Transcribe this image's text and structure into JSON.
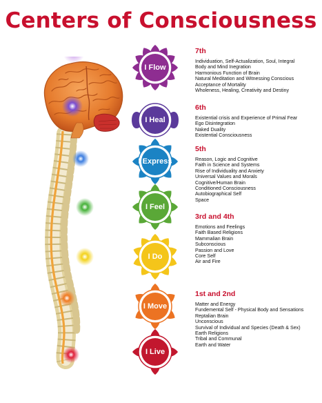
{
  "title": "Centers of Consciousness",
  "levels": [
    {
      "chakra": "I Flow",
      "color": "#8e2d91",
      "heading": "7th",
      "items": [
        "Individuation, Self-Actualization, Soul, Integral",
        "Body and Mind Inegration",
        "Harmonious Function of Brain",
        "Natural Meditation and Witnessing Conscious",
        "Acceptance of Mortality",
        "Wholeness, Healing, Creativity and Destiny"
      ]
    },
    {
      "chakra": "I Heal",
      "color": "#5b3a9b",
      "heading": "6th",
      "items": [
        "Existential crisis and Experience of Primal Fear",
        "Ego Disintegration",
        "Naked Duality",
        "Existential Consciousness"
      ]
    },
    {
      "chakra": "I Express",
      "color": "#1b83c4",
      "heading": "5th",
      "items": [
        "Reason, Logic and Cognitive",
        "Faith in Science and Systems",
        "Rise of Individuality and Anxiety",
        "Universal Values and Morals",
        "Cognitive/Human Brain",
        "Conditioned Consciousness",
        "Autobiographical Self",
        "Space"
      ]
    },
    {
      "chakra": "I Feel",
      "color": "#5aa837",
      "heading": "3rd and 4th",
      "items": [
        "Emotions and Feelings",
        "Faith Based Religions",
        "Mammalian Brain",
        "Subconscious",
        "Passion and Love",
        "Core Self",
        "Air and Fire"
      ]
    },
    {
      "chakra": "I Do",
      "color": "#f4c51a",
      "heading": "",
      "items": []
    },
    {
      "chakra": "I Move",
      "color": "#ec7322",
      "heading": "1st and 2nd",
      "items": [
        "Matter and Energy",
        "Fundemental Self - Physical Body and Sensations",
        "Reptalian Brain",
        "Unconscious",
        "Survival of Individual and Species (Death & Sex)",
        "Earth Religions",
        "Tribal and Communal",
        "Earth and Water"
      ]
    },
    {
      "chakra": "I Live",
      "color": "#c2172e",
      "heading": "",
      "items": []
    }
  ],
  "colors": {
    "title": "#c8102e",
    "brain": "#e8772a",
    "cerebellum": "#c9302c",
    "spine": "#e6d9a8",
    "spinal_cord": "#f0a33a"
  },
  "icons": [
    "brain-spine-figure",
    "lotus-chakra-icon"
  ]
}
